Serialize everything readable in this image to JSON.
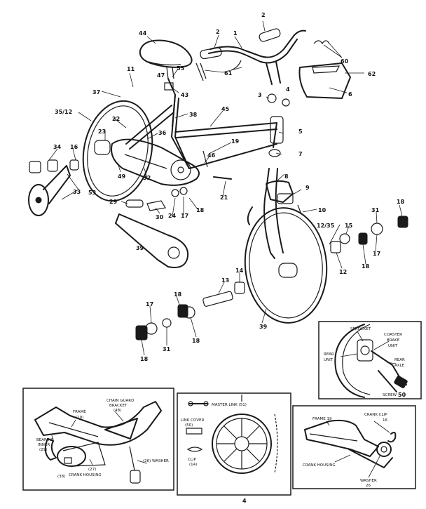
{
  "callouts": [
    {
      "id": "c2a",
      "text": "2"
    },
    {
      "id": "c2b",
      "text": "2"
    },
    {
      "id": "c1",
      "text": "1"
    },
    {
      "id": "c44",
      "text": "44"
    },
    {
      "id": "c60",
      "text": "60"
    },
    {
      "id": "c61",
      "text": "61"
    },
    {
      "id": "c62",
      "text": "62"
    },
    {
      "id": "c6",
      "text": "6"
    },
    {
      "id": "c3",
      "text": "3"
    },
    {
      "id": "c4",
      "text": "4"
    },
    {
      "id": "c11",
      "text": "11"
    },
    {
      "id": "c47",
      "text": "47"
    },
    {
      "id": "c55",
      "text": "55"
    },
    {
      "id": "c43",
      "text": "43"
    },
    {
      "id": "c37",
      "text": "37"
    },
    {
      "id": "c3512",
      "text": "35/12"
    },
    {
      "id": "c38",
      "text": "38"
    },
    {
      "id": "c45",
      "text": "45"
    },
    {
      "id": "c5",
      "text": "5"
    },
    {
      "id": "c22",
      "text": "22"
    },
    {
      "id": "c36",
      "text": "36"
    },
    {
      "id": "c23",
      "text": "23"
    },
    {
      "id": "c19",
      "text": "19"
    },
    {
      "id": "c7",
      "text": "7"
    },
    {
      "id": "c34",
      "text": "34"
    },
    {
      "id": "c16",
      "text": "16"
    },
    {
      "id": "c46",
      "text": "46"
    },
    {
      "id": "c49",
      "text": "49"
    },
    {
      "id": "c32",
      "text": "32"
    },
    {
      "id": "c8",
      "text": "8"
    },
    {
      "id": "c33",
      "text": "33"
    },
    {
      "id": "c53",
      "text": "53"
    },
    {
      "id": "c21",
      "text": "21"
    },
    {
      "id": "c9",
      "text": "9"
    },
    {
      "id": "c29",
      "text": "29"
    },
    {
      "id": "c30",
      "text": "30"
    },
    {
      "id": "c24",
      "text": "24"
    },
    {
      "id": "c17a",
      "text": "17"
    },
    {
      "id": "c18a",
      "text": "18"
    },
    {
      "id": "c10",
      "text": "10"
    },
    {
      "id": "c31a",
      "text": "31"
    },
    {
      "id": "c18b",
      "text": "18"
    },
    {
      "id": "c1235",
      "text": "12/35"
    },
    {
      "id": "c15",
      "text": "15"
    },
    {
      "id": "c39a",
      "text": "39"
    },
    {
      "id": "c12",
      "text": "12"
    },
    {
      "id": "c18c",
      "text": "18"
    },
    {
      "id": "c17b",
      "text": "17"
    },
    {
      "id": "c14",
      "text": "14"
    },
    {
      "id": "c13",
      "text": "13"
    },
    {
      "id": "c17c",
      "text": "17"
    },
    {
      "id": "c18d",
      "text": "18"
    },
    {
      "id": "c18e",
      "text": "18"
    },
    {
      "id": "c39b",
      "text": "39"
    },
    {
      "id": "c31b",
      "text": "31"
    },
    {
      "id": "c18f",
      "text": "18"
    }
  ],
  "insets": {
    "coaster": {
      "sprocket": "SPROCKET",
      "coaster": "COASTER",
      "brake": "BRAKE",
      "unit": "UNIT",
      "rear": "REAR",
      "axle": "AXLE",
      "screw": "SCREW",
      "screw_num": "50"
    },
    "crank_housing": {
      "frame": "FRAME",
      "frame_num": "(19)",
      "bracket": "CHAIN GUARD",
      "bracket2": "BRACKET",
      "bracket_num": "(48)",
      "bearing": "BEARING",
      "bearing2": "INNER",
      "bearing_num": "(29)",
      "housing": "CRANK HOUSING",
      "housing_num": "(27)",
      "washer": "(26) WASHER",
      "bolt_num": "(38)"
    },
    "chain": {
      "master_link": "MASTER LINK (51)",
      "link_cover": "LINK COVER",
      "link_cover_num": "(50)",
      "clip": "CLIP",
      "clip_num": "(14)"
    },
    "frame_clip": {
      "frame": "FRAME 19",
      "crank_clip": "CRANK CLIP",
      "crank_clip_num": "16",
      "housing": "CRANK HOUSING",
      "washer": "WASHER",
      "washer_num": "26"
    }
  },
  "page_marker": "4"
}
